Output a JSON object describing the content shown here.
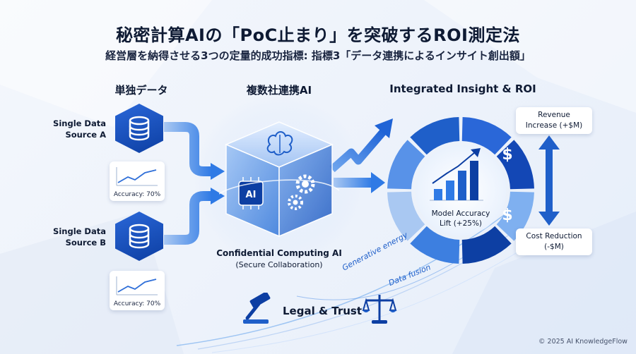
{
  "header": {
    "title": "秘密計算AIの「PoC止まり」を突破するROI測定法",
    "subtitle": "経営層を納得させる3つの定量的成功指標: 指標3「データ連携によるインサイト創出額」"
  },
  "columns": {
    "left": "単独データ",
    "middle": "複数社連携AI",
    "right": "Integrated Insight & ROI"
  },
  "sources": [
    {
      "name_line1": "Single Data",
      "name_line2": "Source A",
      "accuracy": "Accuracy: 70%"
    },
    {
      "name_line1": "Single Data",
      "name_line2": "Source B",
      "accuracy": "Accuracy: 70%"
    }
  ],
  "cube": {
    "badge": "AI",
    "caption": "Confidential Computing AI",
    "subcaption": "(Secure Collaboration)"
  },
  "donut": {
    "center_line1": "Model Accuracy",
    "center_line2": "Lift (+25%)",
    "currency_symbol": "$"
  },
  "revenue": {
    "line1": "Revenue",
    "line2": "Increase (+$M)"
  },
  "cost": {
    "line1": "Cost Reduction",
    "line2": "(-$M)"
  },
  "flow_labels": {
    "energy": "Generative energy",
    "fusion": "Data fusion"
  },
  "legal": "Legal & Trust",
  "footer": {
    "copyright": "© 2025 AI KnowledgeFlow"
  },
  "colors": {
    "primary": "#0d3fa3",
    "accent": "#2f7ae5",
    "light": "#a9c8f2"
  }
}
